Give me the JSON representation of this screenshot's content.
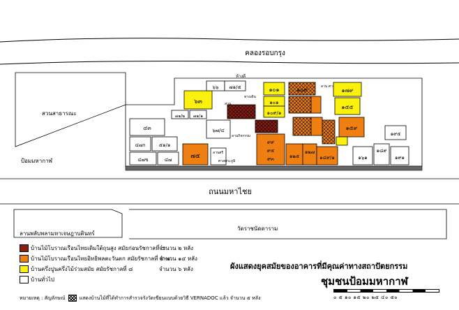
{
  "colors": {
    "dark_red": "#8b1d12",
    "orange": "#f07f12",
    "yellow": "#fbf10d",
    "white": "#ffffff"
  },
  "map": {
    "labels": {
      "canal": "คลองรอบกรุง",
      "road": "ถนนมหาไชย",
      "park": "สวนสาธารณะ",
      "fort": "ป้อมมหากาฬ",
      "plaza": "ลานพลับพลามหาเจษฎาบดินทร์",
      "temple": "วัดราชนัดดาราม",
      "top_dept": "ห้างดี",
      "lane_temple": "ลานกิจกรรม",
      "lane_yard": "ลานศรี",
      "lane_park": "ลาน ศาลพระ",
      "path": "ทางเดิน",
      "shrine": "ศาลพระภูมิ",
      "garden": "สวน"
    },
    "house_numbers": {
      "h63": "๖๓",
      "h66": "๖๖",
      "h100": "๑๐๑",
      "h109": "๑๐๙",
      "h101": "๑๐๑",
      "h106_1": "๑๐๙/๑",
      "h179": "๑๗๙",
      "h155": "๑๕๕",
      "h159": "๑๕๙",
      "h195": "๑๙๕",
      "h43": "๔๓",
      "h47k": "๔๗ก",
      "h51_1": "๕๑/๑",
      "h47b": "๔๗ข",
      "h47": "๔๗",
      "h75": "๗๕",
      "h71_4": "๗๑/๔",
      "h71_2": "๗๑/๒",
      "h71_1": "๗๑/๑",
      "h71_5": "๗๑/๕",
      "h75_2": "๖๗/๔",
      "h99": "๙๙",
      "h95": "๙๕",
      "h93": "๙๓",
      "h125": "๑๒๕",
      "h127": "๑๒๗",
      "h149_1": "๑๔๙/๑",
      "h161": "๑๖๑",
      "h189": "๑๘๙",
      "h191": "๑๙๑"
    }
  },
  "legend": {
    "items": [
      {
        "color": "#8b1d12",
        "label": "บ้านไม้โบราณเรือนไทยเดิมใต้ถุนสูง สมัยก่อนรัชกาลที่ ๕",
        "count": "จำนวน  ๒ หลัง"
      },
      {
        "color": "#f07f12",
        "label": "บ้านไม้โบราณเรือนไทยอิทธิพลตะวันตก สมัยรัชกาลที่ ๕-๗",
        "count": "จำนวน  ๑๔ หลัง"
      },
      {
        "color": "#fbf10d",
        "label": "บ้านครึ่งปูนครึ่งไม้ร่วมสมัย สมัยรัชกาลที่ ๘",
        "count": "จำนวน  ๖ หลัง"
      },
      {
        "color": "#ffffff",
        "label": "บ้านทั่วไป",
        "count": ""
      }
    ],
    "note_prefix": "หมายเหตุ : สัญลักษณ์",
    "note_text": "แสดงบ้านไม้ที่ได้ทำการสำรวจรังวัดเขียนแบบด้วยวิธี VERNADOC แล้ว จำนวน ๕ หลัง"
  },
  "title": {
    "main": "ผังแสดงยุคสมัยของอาคารที่มีคุณค่าทางสถาปัตยกรรม",
    "sub": "ชุมชนป้อมมหากาฬ"
  },
  "scale": {
    "labels": "๐  ๕  ๑๐ ๑๕ ๒๐ ๒๕      ๔๐      ๕๐"
  }
}
